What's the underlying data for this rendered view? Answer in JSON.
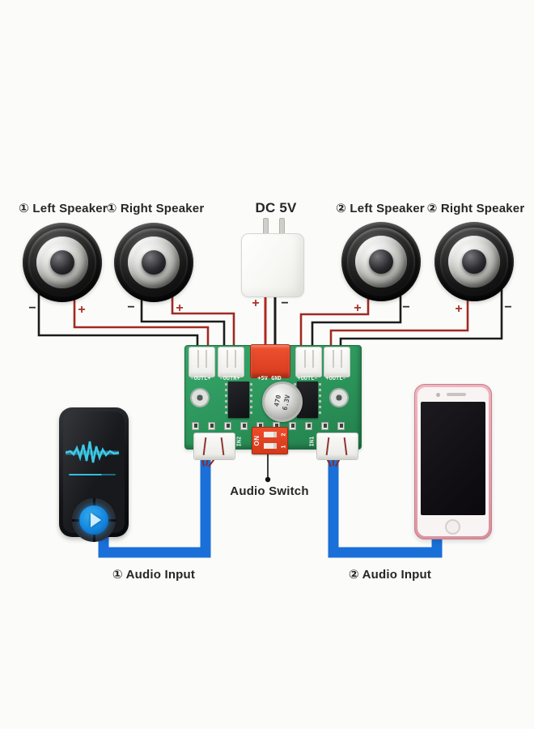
{
  "diagram": {
    "speakers": {
      "s1l": "① Left Speaker",
      "s1r": "① Right Speaker",
      "s2l": "② Left Speaker",
      "s2r": "② Right Speaker"
    },
    "power": {
      "label": "DC 5V"
    },
    "polarity": {
      "s1l_minus": "−",
      "s1l_plus": "+",
      "s1r_minus": "−",
      "s1r_plus": "+",
      "dc_plus": "+",
      "dc_minus": "−",
      "s2l_plus": "+",
      "s2l_minus": "−",
      "s2r_plus": "+",
      "s2r_minus": "−"
    },
    "board": {
      "connector_labels": [
        "-OUTL+",
        "-OUTR+",
        "+5V GND",
        "+OUTL-",
        "+OUTL-"
      ],
      "input_left": "IN2",
      "input_right": "IN1",
      "dip": {
        "on": "ON",
        "pos2": "2",
        "pos1": "1"
      },
      "cap_value": "470",
      "cap_voltage": "6.3V"
    },
    "callouts": {
      "audio_switch": "Audio Switch",
      "audio_input_1": "① Audio Input",
      "audio_input_2": "② Audio Input"
    },
    "colors": {
      "wire_red": "#9e2b24",
      "wire_black": "#1c1c1c",
      "cable_blue": "#1a6fd8",
      "pcb_green": "#2f9e62",
      "power_connector_red": "#e4462b",
      "phone_rose": "#eba6b2",
      "player_accent_cyan": "#3fd2f2"
    }
  }
}
